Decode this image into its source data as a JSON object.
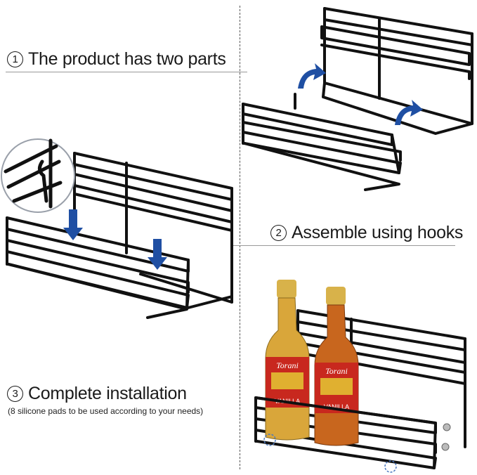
{
  "steps": [
    {
      "number": "1",
      "text": "The product has two parts"
    },
    {
      "number": "2",
      "text": "Assemble using hooks"
    },
    {
      "number": "3",
      "text": "Complete installation"
    }
  ],
  "note": "(8 silicone pads to be used according to your needs)",
  "bottle_labels": [
    {
      "brand": "Torani",
      "flavor": "VANILLA"
    },
    {
      "brand": "Torani",
      "flavor": "VANILLA"
    }
  ],
  "colors": {
    "rack": "#111111",
    "arrow": "#1f4fa3",
    "bottle_left": "#d9a63a",
    "bottle_right": "#c8661e",
    "cap": "#d8b24a",
    "label_red": "#c8281e"
  },
  "icons": [
    "curved-arrow-icon",
    "down-arrow-icon",
    "hook-zoom-icon",
    "silicone-pad-icon"
  ]
}
